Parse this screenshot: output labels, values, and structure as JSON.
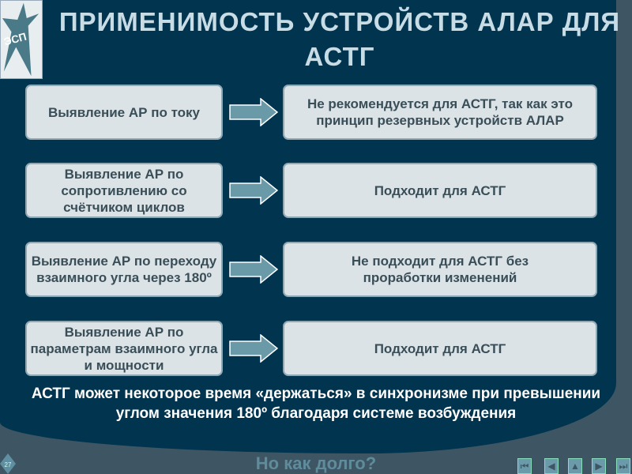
{
  "title": "ПРИМЕНИМОСТЬ УСТРОЙСТВ АЛАР ДЛЯ АСТГ",
  "logo_text": "ЭСП",
  "rows": [
    {
      "method": "Выявление АР по току",
      "verdict": "Не рекомендуется для АСТГ, так как это принцип резервных устройств АЛАР"
    },
    {
      "method": "Выявление АР по сопротивлению со счётчиком циклов",
      "verdict": "Подходит для АСТГ"
    },
    {
      "method": "Выявление АР по переходу взаимного угла через 180º",
      "verdict": "Не подходит для АСТГ без проработки изменений"
    },
    {
      "method": "Выявление АР по параметрам взаимного угла и мощности",
      "verdict": "Подходит для АСТГ"
    }
  ],
  "note": "АСТГ может некоторое время «держаться» в синхронизме при превышении углом значения 180º благодаря системе возбуждения",
  "question": "Но как долго?",
  "page_number": "27",
  "colors": {
    "background": "#00344f",
    "box": "#dbe3e7",
    "arrow": "#6a9aa8"
  }
}
